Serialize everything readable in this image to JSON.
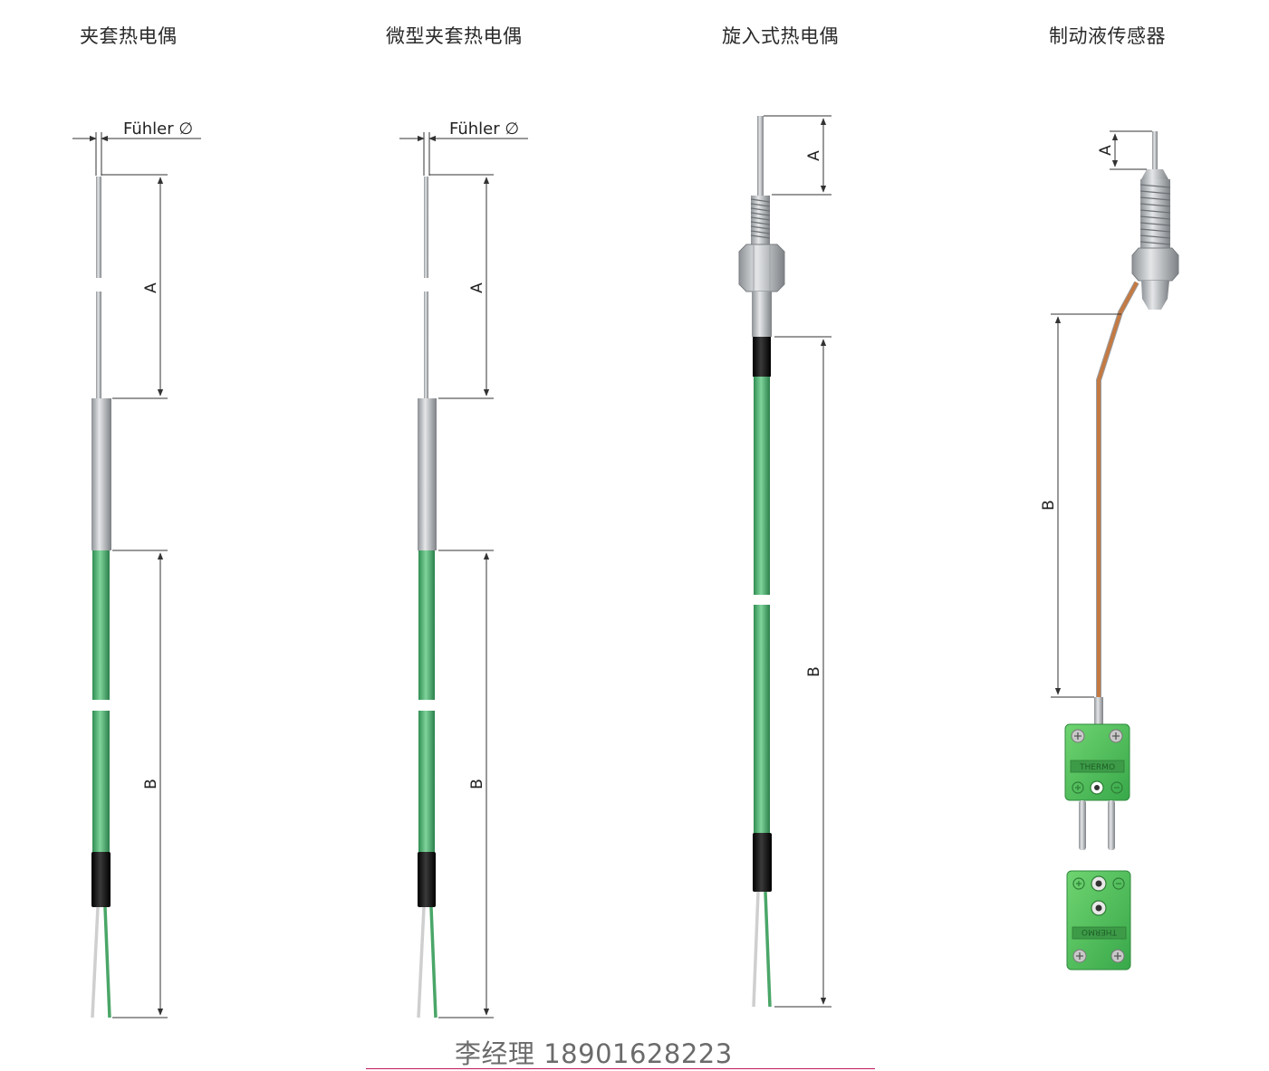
{
  "products": [
    {
      "title": "夹套热电偶",
      "dim_a": "A",
      "dim_b": "B",
      "probe_label": "Fühler ∅"
    },
    {
      "title": "微型夹套热电偶",
      "dim_a": "A",
      "dim_b": "B",
      "probe_label": "Fühler ∅"
    },
    {
      "title": "旋入式热电偶",
      "dim_a": "A",
      "dim_b": "B"
    },
    {
      "title": "制动液传感器",
      "dim_a": "A",
      "dim_b": "B",
      "connector_brand": "THERMO"
    }
  ],
  "contact": {
    "text": "李经理 18901628223"
  },
  "colors": {
    "cable_green": "#3fae6a",
    "connector_green": "#4cc05a",
    "steel": "#b9bcbf",
    "copper": "#c47a43",
    "black_sleeve": "#1b1b1b",
    "dim_line": "#333333",
    "contact_rule": "#c2185b"
  }
}
